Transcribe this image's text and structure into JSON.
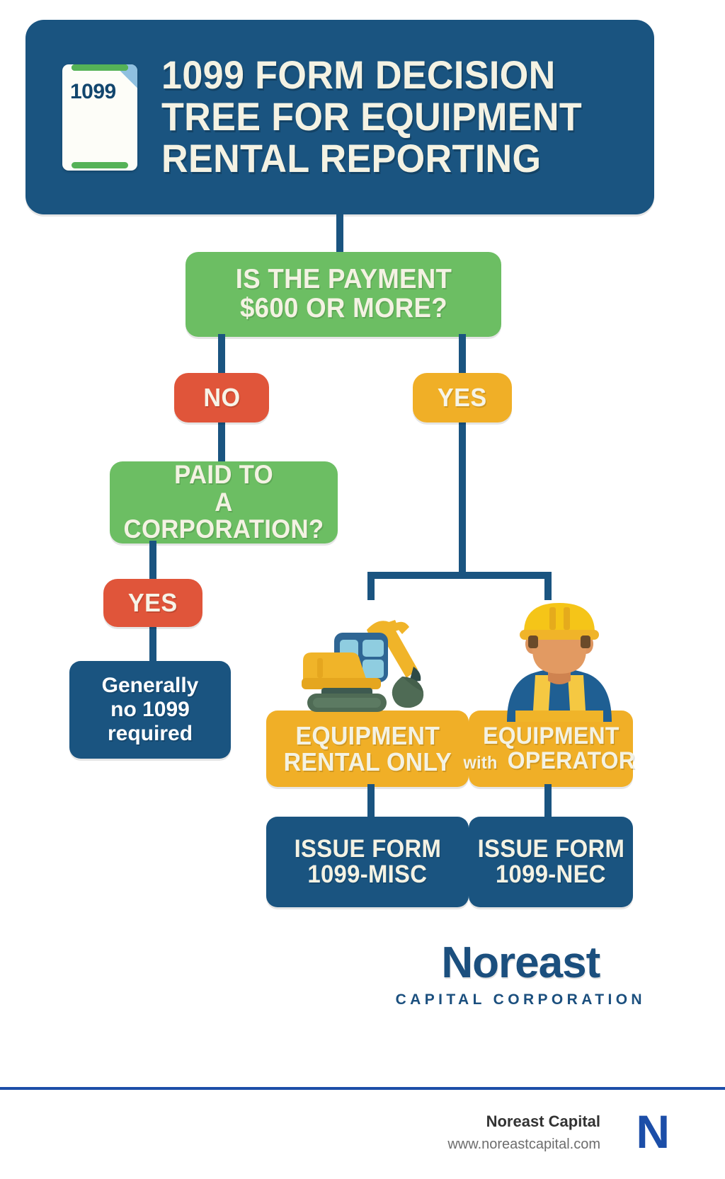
{
  "header": {
    "title": "1099 Form Decision Tree for Equipment Rental Reporting",
    "icon_name": "document-1099-icon",
    "icon_label": "1099",
    "bg_color": "#1a5480",
    "text_color": "#f4f2e3"
  },
  "flow": {
    "q1": {
      "label": "Is the payment\n$600 or more?",
      "color": "#6cbe63"
    },
    "branch_no": {
      "label": "NO",
      "color": "#e0553a"
    },
    "branch_yes": {
      "label": "YES",
      "color": "#f0af27"
    },
    "q2": {
      "label": "Paid to\na corporation?",
      "color": "#6cbe63"
    },
    "q2_yes": {
      "label": "YES",
      "color": "#e0553a"
    },
    "result_no_1099": {
      "label": "Generally\nno 1099\nrequired",
      "color": "#1a5480"
    },
    "equipment_rental_only": {
      "line1": "EQUIPMENT",
      "line2": "RENTAL ONLY",
      "color": "#f0af27"
    },
    "equipment_with_operator": {
      "line1": "EQUIPMENT",
      "line2_small": "with",
      "line2_big": "OPERATOR",
      "color": "#f0af27"
    },
    "issue_misc": {
      "line1": "ISSUE FORM",
      "line2": "1099-MISC",
      "color": "#1a5480"
    },
    "issue_nec": {
      "line1": "ISSUE FORM",
      "line2": "1099-NEC",
      "color": "#1a5480"
    }
  },
  "illustrations": {
    "excavator": "excavator-icon",
    "worker": "construction-worker-icon"
  },
  "brand": {
    "logo_word": "Noreast",
    "logo_sub": "CAPITAL CORPORATION",
    "footer_name": "Noreast Capital",
    "footer_url": "www.noreastcapital.com",
    "footer_mark": "N",
    "brand_color": "#1b4f7e",
    "accent_color": "#1c4ea8"
  }
}
